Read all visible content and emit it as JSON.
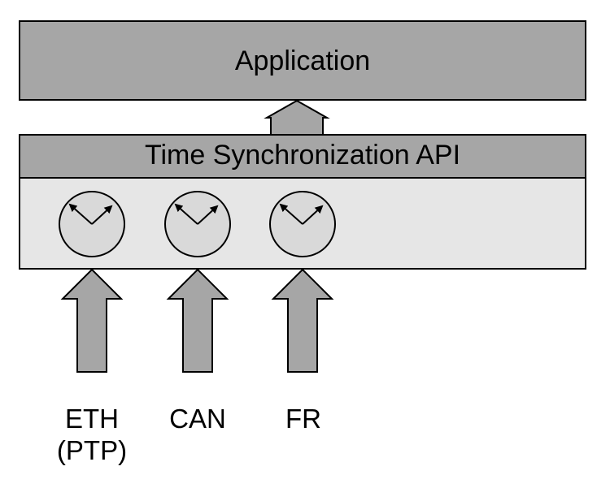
{
  "diagram": {
    "application": {
      "label": "Application"
    },
    "api": {
      "label": "Time Synchronization API"
    },
    "sources": [
      {
        "label": "ETH",
        "sublabel": "(PTP)"
      },
      {
        "label": "CAN"
      },
      {
        "label": "FR"
      }
    ]
  },
  "colors": {
    "dark_gray": "#a6a6a6",
    "light_gray": "#e6e6e6",
    "clock_fill": "#d9d9d9",
    "stroke": "#000000"
  }
}
